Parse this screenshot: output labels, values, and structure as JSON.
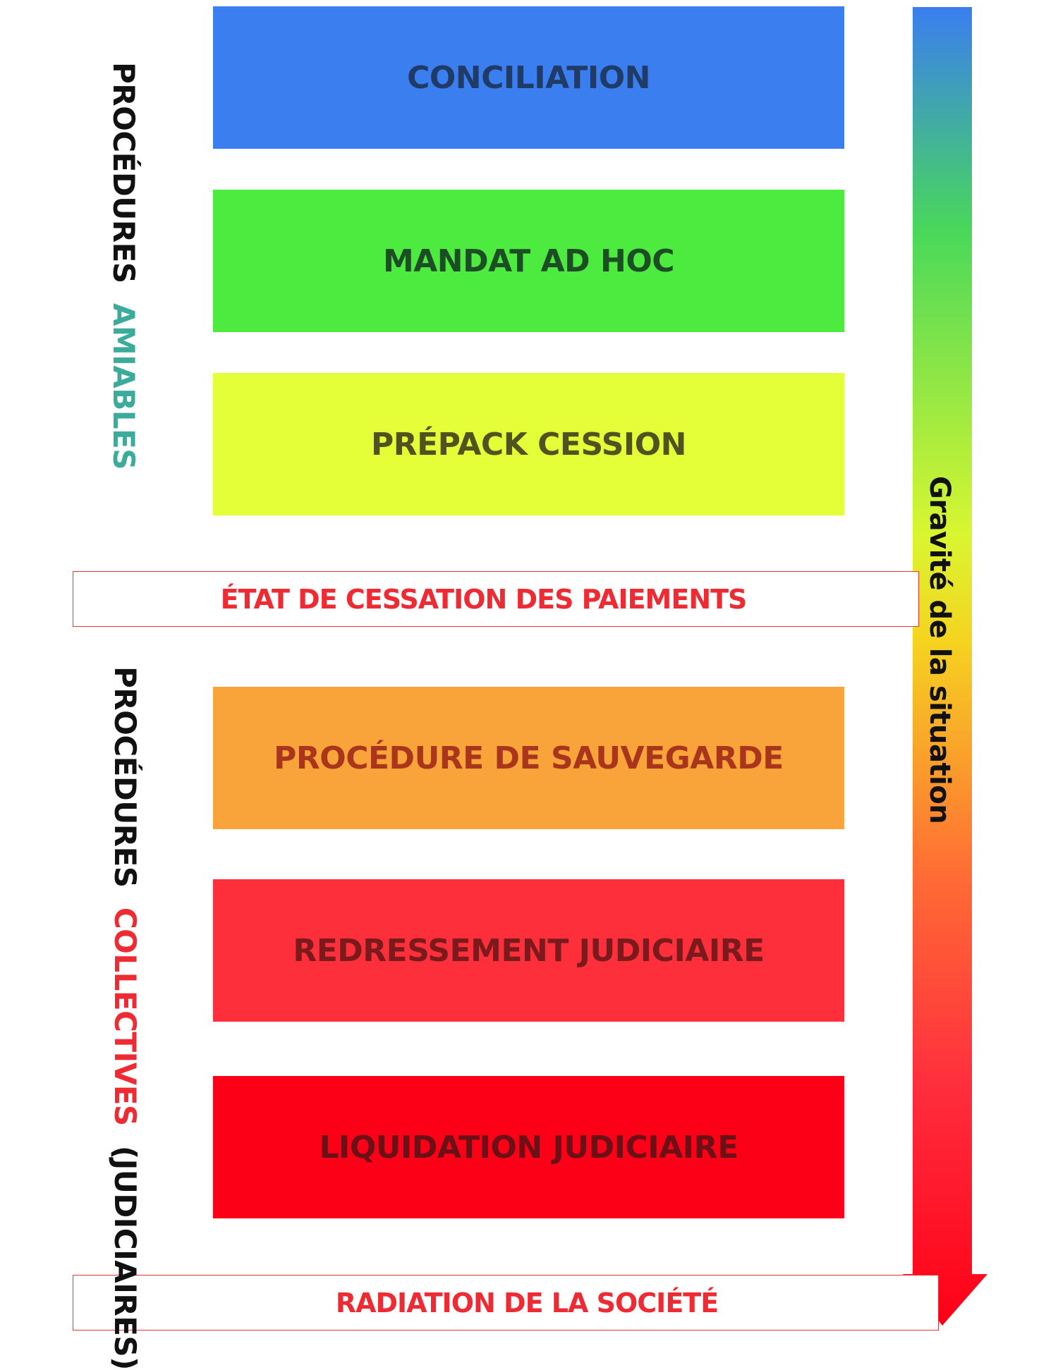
{
  "procedures": [
    {
      "label": "CONCILIATION",
      "fill": "#3a7ef0",
      "text_color": "#1f3b66"
    },
    {
      "label": "MANDAT AD HOC",
      "fill": "#4deb3f",
      "text_color": "#1c4d24"
    },
    {
      "label": "PRÉPACK CESSION",
      "fill": "#e4ff38",
      "text_color": "#4f5320"
    },
    {
      "label": "PROCÉDURE DE SAUVEGARDE",
      "fill": "#f9a43a",
      "text_color": "#a9361c"
    },
    {
      "label": "REDRESSEMENT JUDICIAIRE",
      "fill": "#fc2f3b",
      "text_color": "#7a1a1c"
    },
    {
      "label": "LIQUIDATION JUDICIAIRE",
      "fill": "#fb0016",
      "text_color": "#6a1016"
    }
  ],
  "thresholds": {
    "cessation": "ÉTAT DE CESSATION DES PAIEMENTS",
    "radiation": "RADIATION DE LA SOCIÉTÉ"
  },
  "groups": {
    "amiables": {
      "prefix": "PROCÉDURES",
      "keyword": "AMIABLES",
      "keyword_color": "#3bab9c"
    },
    "collectives": {
      "prefix": "PROCÉDURES",
      "keyword": "COLLECTIVES",
      "suffix": "(JUDICIAIRES)",
      "keyword_color": "#ee2a33"
    }
  },
  "severity_scale": {
    "label": "Gravité de la situation",
    "gradient": [
      "#3a7ef0",
      "#49d85a",
      "#d9f630",
      "#f5d420",
      "#ff6b35",
      "#ff2d3d",
      "#ff0016"
    ]
  }
}
